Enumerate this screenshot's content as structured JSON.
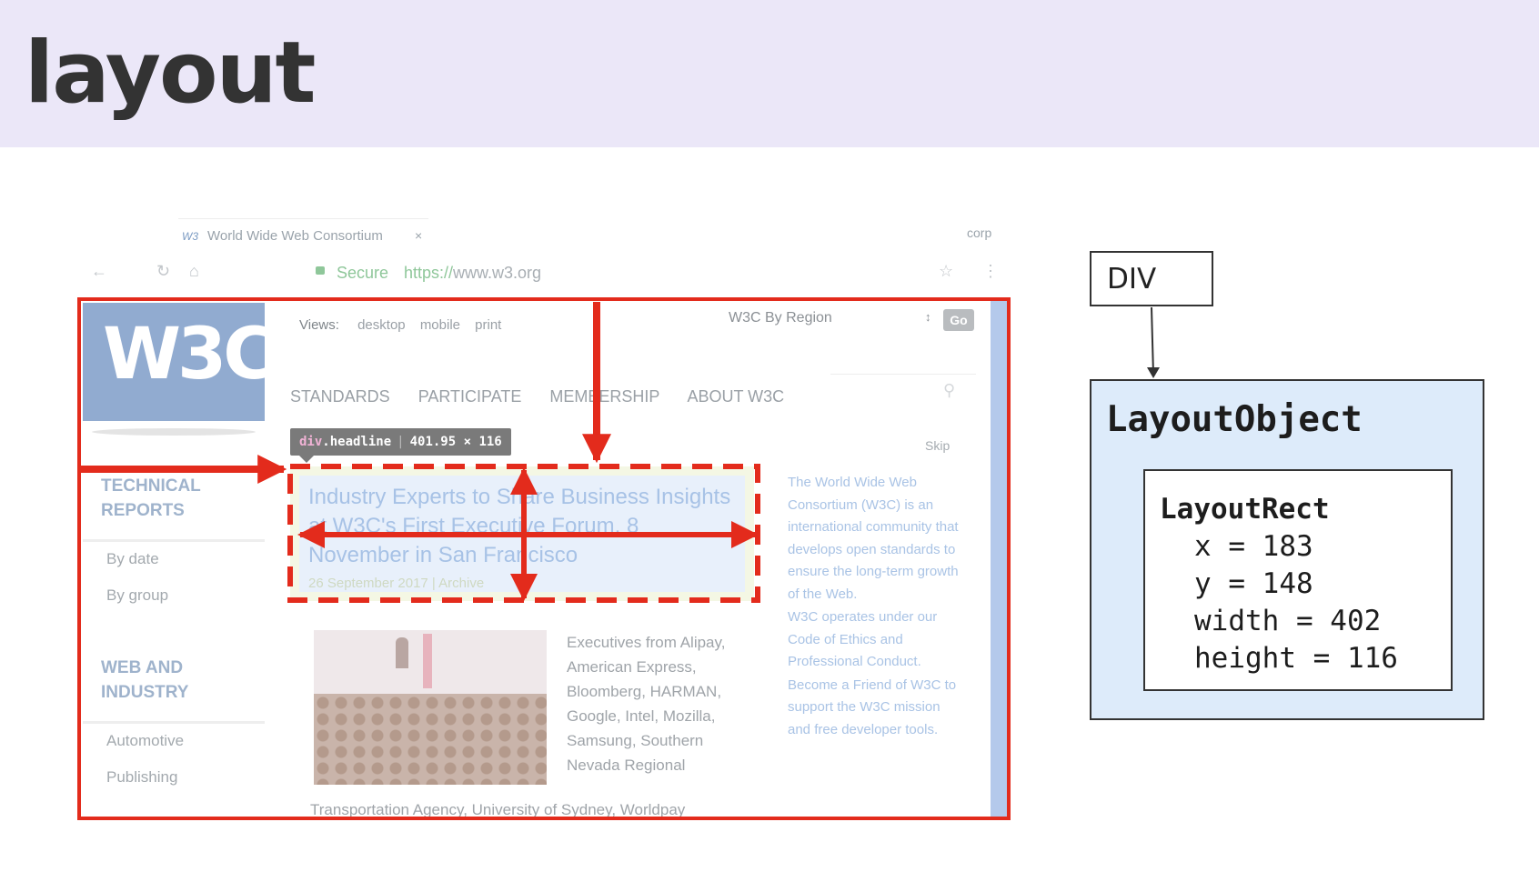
{
  "slide": {
    "title": "layout"
  },
  "browser": {
    "tab_title": "World Wide Web Consortium",
    "tab_favicon": "W3",
    "tab_close": "×",
    "profile": "corp",
    "secure_label": "Secure",
    "url_scheme": "https://",
    "url_host": "www.w3.org",
    "icons": [
      "back-arrow-icon",
      "reload-icon",
      "home-icon",
      "lock-icon",
      "star-icon",
      "menu-dots-icon"
    ]
  },
  "page": {
    "logo": "W3C",
    "views_label": "Views:",
    "views": [
      "desktop",
      "mobile",
      "print"
    ],
    "region_select": "W3C By Region",
    "go_button": "Go",
    "nav": [
      "STANDARDS",
      "PARTICIPATE",
      "MEMBERSHIP",
      "ABOUT W3C"
    ],
    "skip": "Skip",
    "inspector_tooltip": {
      "tag": "div",
      "cls": ".headline",
      "size": "401.95 × 116"
    },
    "headline": "Industry Experts to Share Business Insights at W3C's First Executive Forum, 8 November in San Francisco",
    "headline_meta": "26 September 2017 | Archive",
    "sidebar": {
      "section1": "TECHNICAL REPORTS",
      "section1_links": [
        "By date",
        "By group"
      ],
      "section2": "WEB AND INDUSTRY",
      "section2_links": [
        "Automotive",
        "Publishing"
      ]
    },
    "exec_text": "Executives from Alipay, American Express, Bloomberg, HARMAN, Google, Intel, Mozilla, Samsung, Southern Nevada Regional",
    "exec_text_last": "Transportation Agency, University of Sydney, Worldpay",
    "right_col": [
      "The World Wide Web Consortium (W3C) is an international community that develops open standards to ensure the long-term growth of the Web.",
      "W3C operates under our Code of Ethics and Professional Conduct.",
      "Become a Friend of W3C to support the W3C mission and free developer tools."
    ]
  },
  "diagram": {
    "div_label": "DIV",
    "layout_object": "LayoutObject",
    "layout_rect": "LayoutRect",
    "x": "x = 183",
    "y": "y = 148",
    "width": "width = 402",
    "height": "height = 116"
  },
  "colors": {
    "header_bg": "#ebe7f8",
    "highlight_red": "#e32b1c",
    "layout_object_bg": "#ddebfa"
  }
}
